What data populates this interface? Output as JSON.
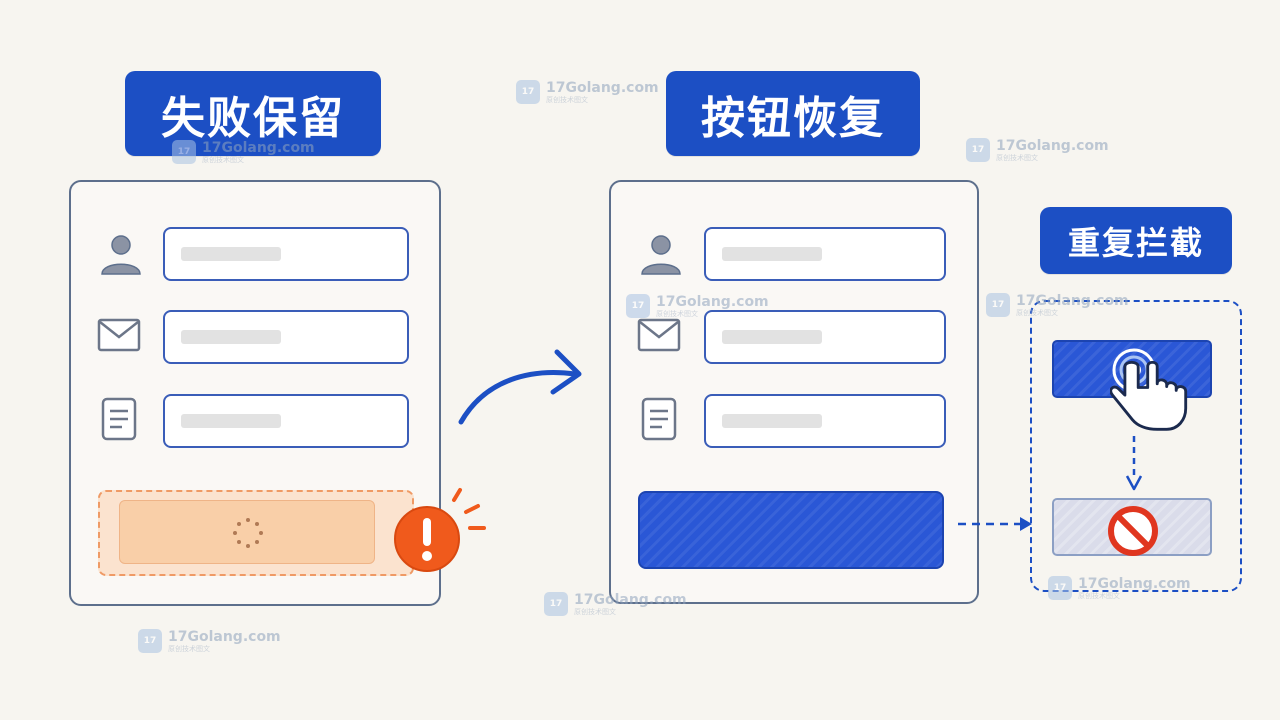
{
  "panels": {
    "failure": {
      "title": "失败保留"
    },
    "restore": {
      "title": "按钮恢复"
    },
    "dedupe": {
      "title": "重复拦截"
    }
  },
  "watermark": {
    "brand": "17Golang.com",
    "tagline": "原创技术图文"
  },
  "colors": {
    "primary": "#1c4fc4",
    "frame": "#5d6f8c",
    "field_border": "#3a5db8",
    "failed_fill": "#f9cfa8",
    "failed_border": "#ef9a65",
    "error": "#f05a1c",
    "blocked": "#d9dbe6",
    "forbid": "#e0361f"
  },
  "icons": [
    "user-icon",
    "mail-icon",
    "document-icon",
    "spinner-icon",
    "warning-icon",
    "tap-hand-icon",
    "forbidden-icon"
  ]
}
